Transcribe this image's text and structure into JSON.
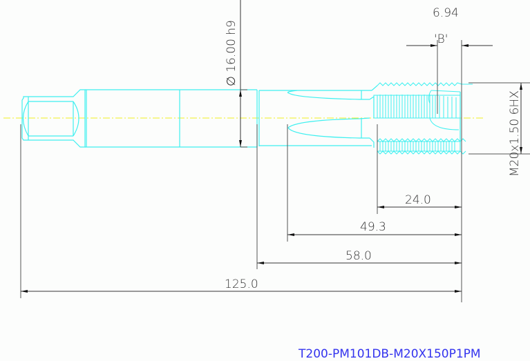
{
  "drawing": {
    "part_number": "T200-PM101DB-M20X150P1PM",
    "colors": {
      "background": "#fcfdfc",
      "outline": "#3ef0f0",
      "centerline": "#f0f020",
      "dimension": "#333333",
      "part_number": "#3333ee"
    },
    "dimensions": {
      "shank_diameter": "∅ 16.00 h9",
      "chamfer_length": "6.94",
      "chamfer_label": "'B'",
      "thread_spec": "M20x1.50  6HX",
      "thread_length": "24.0",
      "flute_length": "49.3",
      "neck_length": "58.0",
      "overall_length": "125.0"
    }
  }
}
